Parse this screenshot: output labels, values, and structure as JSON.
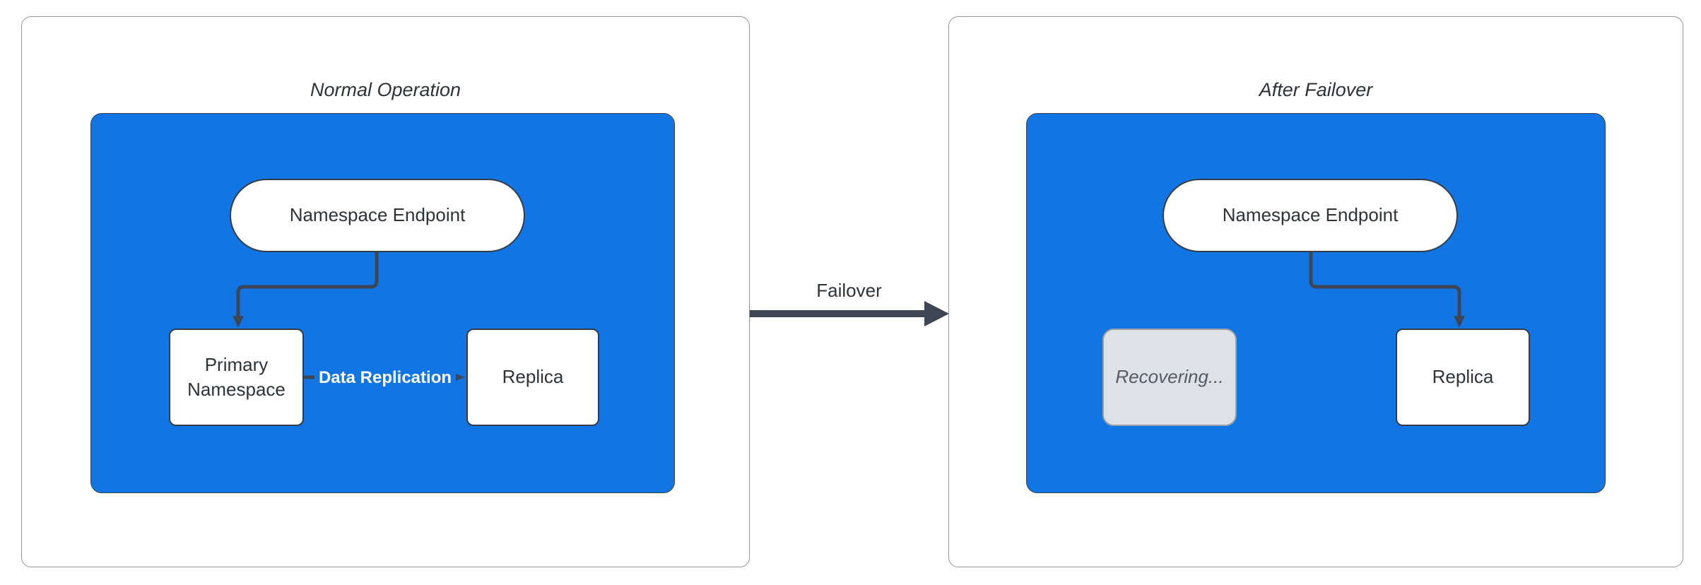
{
  "colors": {
    "blue": "#1176e4",
    "edge": "#3e4653",
    "node-border": "#353c47",
    "panel-border": "#919599",
    "text": "#2e3338",
    "muted-fill": "#dee2e6",
    "muted-border": "#9aa0a6",
    "muted-text": "#535b68",
    "label-on-blue": "#ffffff"
  },
  "panels": [
    {
      "title": "Normal Operation",
      "endpoint_label": "Namespace Endpoint",
      "left_node": "Primary Namespace",
      "right_node": "Replica",
      "edge_label": "Data Replication"
    },
    {
      "title": "After Failover",
      "endpoint_label": "Namespace Endpoint",
      "left_node": "Recovering...",
      "right_node": "Replica"
    }
  ],
  "transition": {
    "label": "Failover"
  }
}
